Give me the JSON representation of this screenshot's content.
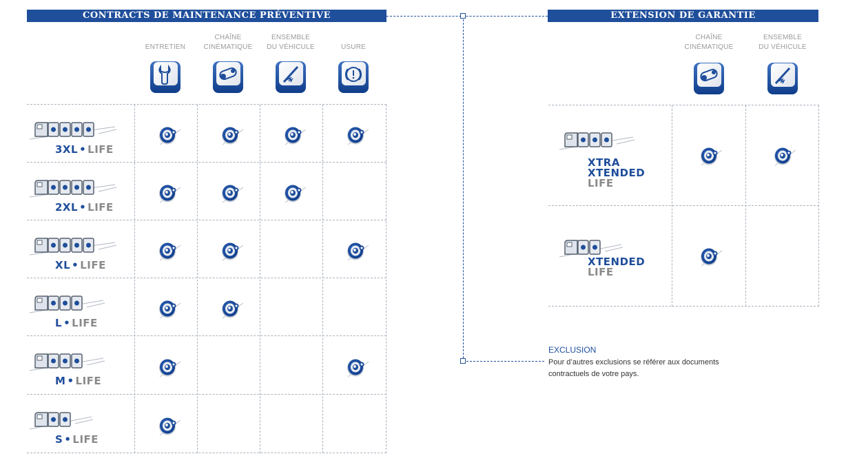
{
  "left": {
    "title": "CONTRACTS DE MAINTENANCE PRÉVENTIVE",
    "columns": [
      {
        "line1": "",
        "line2": "ENTRETIEN",
        "icon": "wrench-tile-icon"
      },
      {
        "line1": "CHAÎNE",
        "line2": "CINÉMATIQUE",
        "icon": "driveline-tile-icon"
      },
      {
        "line1": "ENSEMBLE",
        "line2": "DU VÉHICULE",
        "icon": "shock-absorber-tile-icon"
      },
      {
        "line1": "",
        "line2": "USURE",
        "icon": "brake-wear-tile-icon"
      }
    ],
    "rows": [
      {
        "prefix": "3XL",
        "suffix": "LIFE",
        "marks": [
          true,
          true,
          true,
          true
        ]
      },
      {
        "prefix": "2XL",
        "suffix": "LIFE",
        "marks": [
          true,
          true,
          true,
          false
        ]
      },
      {
        "prefix": "XL",
        "suffix": "LIFE",
        "marks": [
          true,
          true,
          false,
          true
        ]
      },
      {
        "prefix": "L",
        "suffix": "LIFE",
        "marks": [
          true,
          true,
          false,
          false
        ]
      },
      {
        "prefix": "M",
        "suffix": "LIFE",
        "marks": [
          true,
          false,
          false,
          true
        ]
      },
      {
        "prefix": "S",
        "suffix": "LIFE",
        "marks": [
          true,
          false,
          false,
          false
        ]
      }
    ]
  },
  "right": {
    "title": "EXTENSION DE GARANTIE",
    "columns": [
      {
        "line1": "CHAÎNE",
        "line2": "CINÉMATIQUE",
        "icon": "driveline-tile-icon"
      },
      {
        "line1": "ENSEMBLE",
        "line2": "DU VÉHICULE",
        "icon": "shock-absorber-tile-icon"
      }
    ],
    "rows": [
      {
        "line1": "XTRA",
        "line2": "XTENDED",
        "line3": "LIFE",
        "marks": [
          true,
          true
        ]
      },
      {
        "line1": "XTENDED",
        "line2": "LIFE",
        "marks": [
          true,
          false
        ]
      }
    ]
  },
  "exclusion": {
    "title": "EXCLUSION",
    "text": "Pour d’autres exclusions se référer aux documents contractuels de votre pays."
  },
  "colors": {
    "brand_blue": "#1f4e9b",
    "grey_text": "#8a8a8a",
    "grid": "#aab2bd"
  }
}
